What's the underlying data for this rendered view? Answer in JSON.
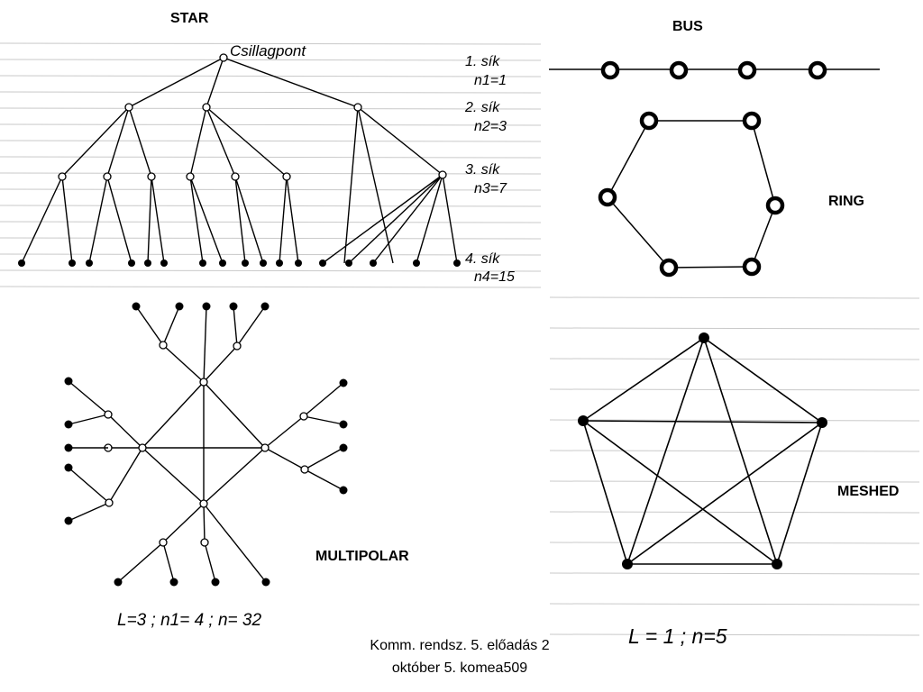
{
  "titles": {
    "star": "STAR",
    "bus": "BUS",
    "ring": "RING",
    "multipolar": "MULTIPOLAR",
    "meshed": "MESHED"
  },
  "star": {
    "root_label": "Csillagpont",
    "levels": [
      {
        "sik": "1. sík",
        "n": "n1=1"
      },
      {
        "sik": "2. sík",
        "n": "n2=3"
      },
      {
        "sik": "3. sík",
        "n": "n3=7"
      },
      {
        "sik": "4. sík",
        "n": "n4=15"
      }
    ]
  },
  "multipolar": {
    "formula": "L=3 ;  n1= 4 ;  n= 32"
  },
  "meshed": {
    "formula": "L = 1 ;   n=5"
  },
  "footer": {
    "line1": "Komm. rendsz. 5. előadás 2",
    "line2": "október 5.  komea509"
  }
}
